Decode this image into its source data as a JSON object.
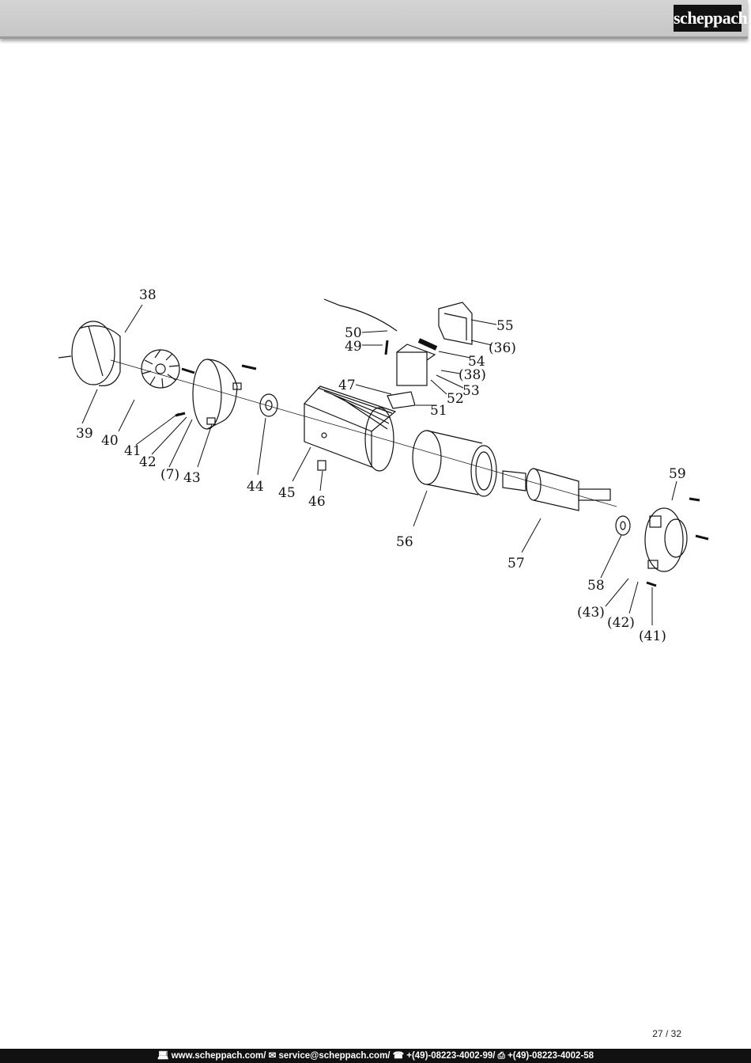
{
  "header": {
    "logo_text": "scheppach"
  },
  "diagram": {
    "labels": [
      "38",
      "39",
      "40",
      "41",
      "42",
      "(7)",
      "43",
      "44",
      "45",
      "46",
      "47",
      "50",
      "49",
      "55",
      "(36)",
      "54",
      "(38)",
      "53",
      "52",
      "51",
      "56",
      "57",
      "58",
      "59",
      "(43)",
      "(42)",
      "(41)"
    ]
  },
  "page": {
    "number": "27 / 32"
  },
  "footer": {
    "web_icon": "computer-icon",
    "web": "www.scheppach.com",
    "mail_icon": "envelope-icon",
    "mail": "service@scheppach.com",
    "phone_icon": "phone-icon",
    "phone": "+(49)-08223-4002-99",
    "fax_icon": "fax-icon",
    "fax": "+(49)-08223-4002-58",
    "separator": " / "
  }
}
